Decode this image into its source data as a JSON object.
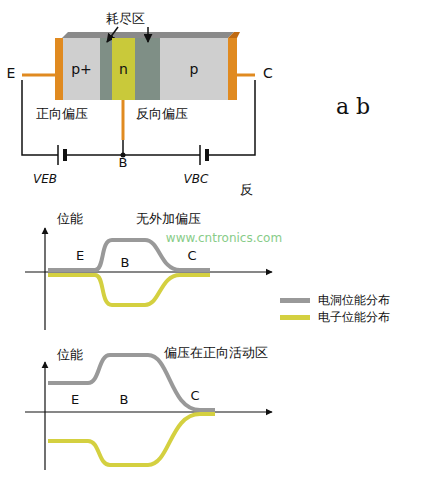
{
  "diagram": {
    "nodes": [
      {
        "text": [
          "p+"
        ]
      },
      {
        "text": [
          "n"
        ]
      },
      {
        "text": [
          "p"
        ]
      }
    ],
    "labels": [
      "耗尽区",
      "E",
      "正向偏压",
      "反向偏压",
      "B",
      "C",
      "VEB",
      "VBC",
      "反",
      "a b",
      "位能",
      "无外加偏压",
      "E",
      "B",
      "C",
      "www.cntronics.com",
      "位能",
      "偏压在正向活动区",
      "E",
      "B",
      "C"
    ],
    "legend": [
      {
        "text": "电洞位能分布",
        "color": "#999999"
      },
      {
        "text": "电子位能分布",
        "color": "#d4d040"
      }
    ]
  }
}
